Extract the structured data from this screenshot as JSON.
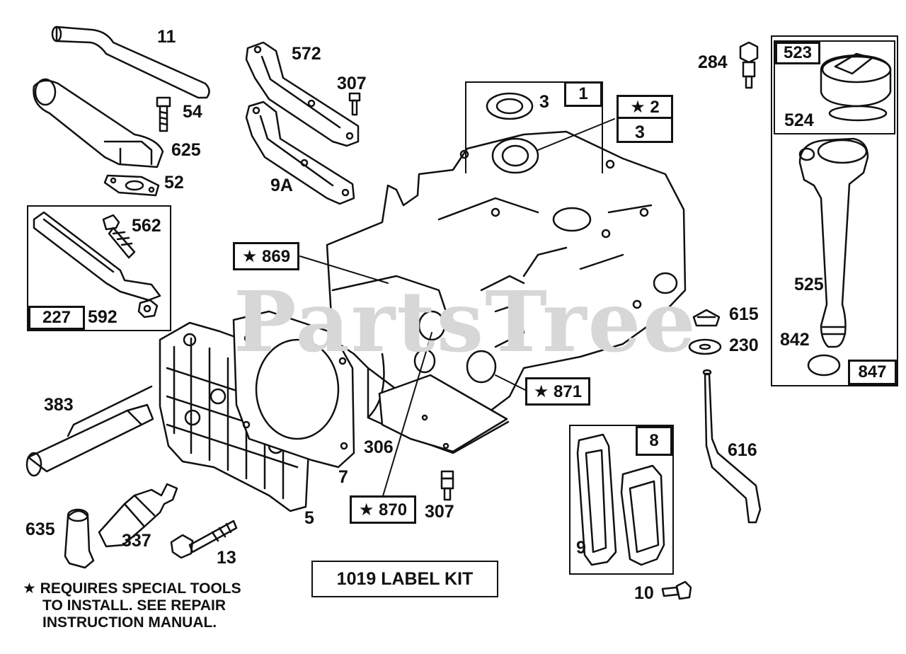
{
  "watermark": "PartsTree",
  "note": {
    "star": "★",
    "line1": "REQUIRES SPECIAL TOOLS",
    "line2": "TO INSTALL.  SEE REPAIR",
    "line3": "INSTRUCTION MANUAL."
  },
  "kit_label": "1019 LABEL KIT",
  "part_labels": {
    "p11": "11",
    "p54": "54",
    "p625": "625",
    "p52": "52",
    "p572": "572",
    "p307a": "307",
    "p9a": "9A",
    "p562": "562",
    "p592": "592",
    "p383": "383",
    "p635": "635",
    "p337": "337",
    "p13": "13",
    "p5": "5",
    "p7": "7",
    "p306": "306",
    "p307b": "307",
    "p3a": "3",
    "p3b": "3",
    "p284": "284",
    "p524": "524",
    "p525": "525",
    "p842": "842",
    "p615": "615",
    "p230": "230",
    "p616": "616",
    "p9": "9",
    "p10": "10"
  },
  "boxed_labels": {
    "b1": "1",
    "b2": "★ 2",
    "b227": "227",
    "b869": "★ 869",
    "b871": "★ 871",
    "b870": "★ 870",
    "b8": "8",
    "b523": "523",
    "b847": "847"
  }
}
